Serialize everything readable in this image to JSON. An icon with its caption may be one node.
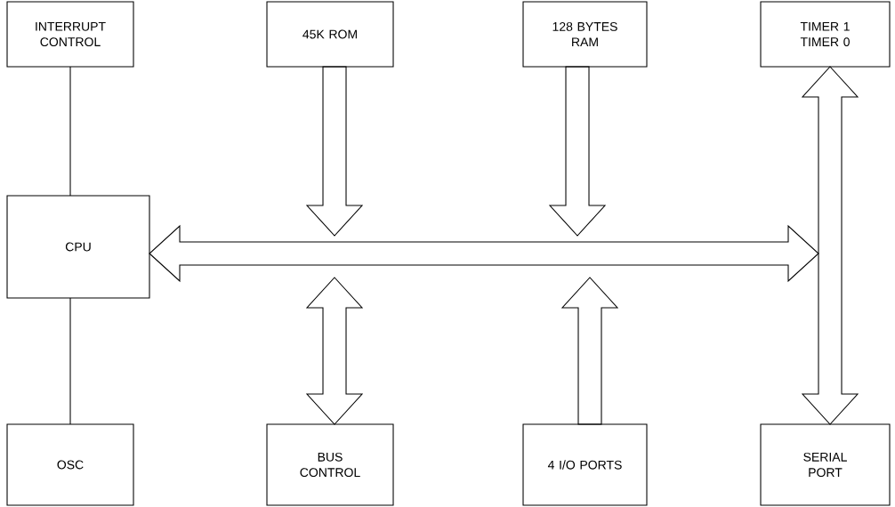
{
  "diagram": {
    "nodes": [
      {
        "text": [
          "INTERRUPT CONTROL"
        ]
      },
      {
        "text": [
          "45K ROM"
        ]
      },
      {
        "text": [
          "128 BYTES RAM"
        ]
      },
      {
        "text": [
          "TIMER 1",
          "TIMER 0"
        ]
      },
      {
        "text": [
          "CPU"
        ]
      },
      {
        "text": [
          "OSC"
        ]
      },
      {
        "text": [
          "BUS CONTROL"
        ]
      },
      {
        "text": [
          "4 I/O PORTS"
        ]
      },
      {
        "text": [
          "SERIAL PORT"
        ]
      }
    ],
    "edges": [
      {
        "from": 0,
        "to": 4,
        "arrow": "none"
      },
      {
        "from": 4,
        "to": 5,
        "arrow": "none"
      },
      {
        "from": 4,
        "to": null,
        "arrow": "both"
      },
      {
        "from": 1,
        "to": null,
        "arrow": "to"
      },
      {
        "from": 2,
        "to": null,
        "arrow": "to"
      },
      {
        "from": null,
        "to": 6,
        "arrow": "both"
      },
      {
        "from": 7,
        "to": null,
        "arrow": "to"
      },
      {
        "from": 3,
        "to": 8,
        "arrow": "both"
      }
    ]
  }
}
